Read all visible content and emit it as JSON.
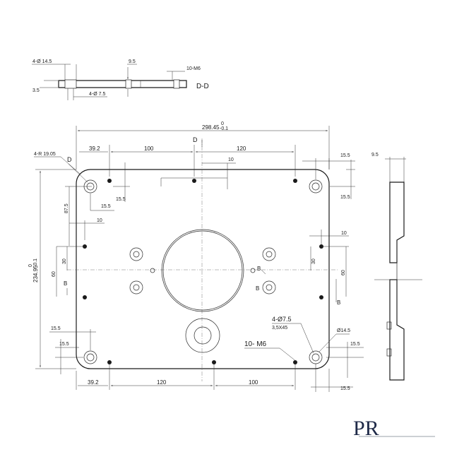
{
  "section_view": {
    "label_holes_top": "4-Ø 14.5",
    "label_depth": "9.5",
    "label_threads": "10-M6",
    "label_thickness": "3.5",
    "label_holes_bottom": "4-Ø 7.5",
    "section_name": "D-D"
  },
  "plan": {
    "overall_width": "298.45",
    "overall_width_tol_upper": "0",
    "overall_width_tol_lower": "-0.1",
    "overall_height": "234.95",
    "overall_height_tol_upper": "0",
    "overall_height_tol_lower": "-0.1",
    "corner_radius": "4-R 19.05",
    "cut_marker_top": "D",
    "cut_marker_left": "D",
    "dim_top_left": "39.2",
    "dim_top_mid": "100",
    "dim_top_right": "120",
    "dim_top_small": "10",
    "dim_top_far_right": "15.5",
    "dim_right_upper": "15.5",
    "dim_left_small": "15.5",
    "dim_left_87": "87.5",
    "dim_left_10": "10",
    "dim_left_30": "30",
    "dim_left_60": "60",
    "dim_right_10": "10",
    "dim_right_30": "30",
    "dim_right_60": "60",
    "marker_b1": "B",
    "marker_b2": "B",
    "marker_b3": "B",
    "marker_b4": "B",
    "dim_bottom_left_155a": "15.5",
    "dim_bottom_left_155b": "15.5",
    "hole_spec": "4-Ø7.5",
    "hole_chamfer": "3,5X45",
    "hole_cbore": "Ø14.5",
    "thread_spec": "10- M6",
    "dim_bottom_right_155a": "15.5",
    "dim_bottom_right_155b": "15.5",
    "dim_bottom_left": "39.2",
    "dim_bottom_mid": "120",
    "dim_bottom_right": "100"
  },
  "side_view": {
    "thickness": "9.5"
  },
  "logo": {
    "name": "logo-icon",
    "text": "PR"
  }
}
